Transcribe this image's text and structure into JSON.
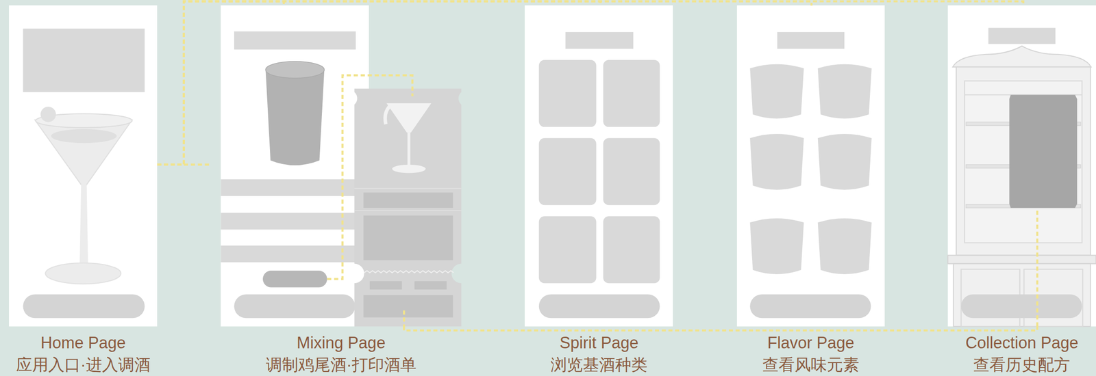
{
  "diagram": {
    "nodes": [
      {
        "text": [
          "Home Page",
          "应用入口·进入调酒"
        ]
      },
      {
        "text": [
          "Mixing Page",
          "调制鸡尾酒·打印酒单"
        ]
      },
      {
        "text": [
          "Spirit Page",
          "浏览基酒种类"
        ]
      },
      {
        "text": [
          "Flavor Page",
          "查看风味元素"
        ]
      },
      {
        "text": [
          "Collection Page",
          "查看历史配方"
        ]
      }
    ],
    "edges": [
      {
        "from": 0,
        "to": 1,
        "arrow": "none"
      },
      {
        "from": 0,
        "to": 2,
        "arrow": "none"
      },
      {
        "from": 0,
        "to": 3,
        "arrow": "none"
      },
      {
        "from": 0,
        "to": 4,
        "arrow": "none"
      },
      {
        "from": 1,
        "to": 4,
        "arrow": "none"
      }
    ]
  }
}
